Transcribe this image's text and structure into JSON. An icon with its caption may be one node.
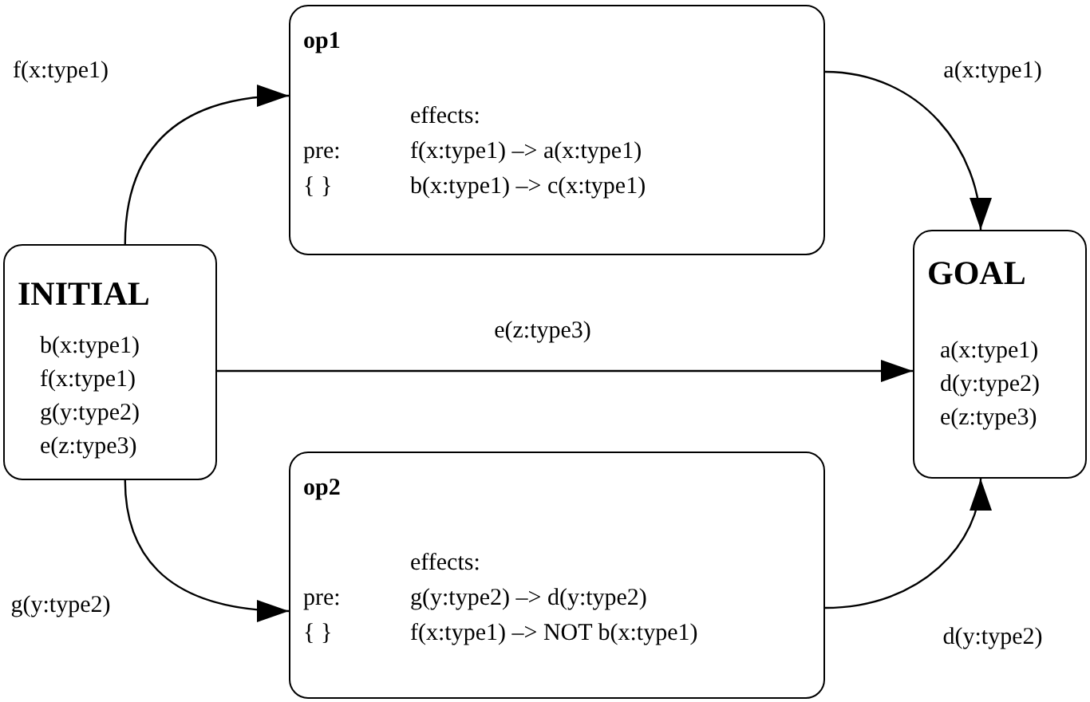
{
  "diagram": {
    "nodes": [
      {
        "text": [
          "INITIAL",
          "b(x:type1)",
          "f(x:type1)",
          "g(y:type2)",
          "e(z:type3)"
        ]
      },
      {
        "text": [
          "op1",
          "pre:",
          "{ }",
          "effects:",
          "f(x:type1) –> a(x:type1)",
          "b(x:type1) –> c(x:type1)"
        ]
      },
      {
        "text": [
          "op2",
          "pre:",
          "{ }",
          "effects:",
          "g(y:type2) –> d(y:type2)",
          "f(x:type1) –> NOT b(x:type1)"
        ]
      },
      {
        "text": [
          "GOAL",
          "a(x:type1)",
          "d(y:type2)",
          "e(z:type3)"
        ]
      }
    ],
    "edges": [
      {
        "from": 0,
        "to": 1,
        "arrow": "to",
        "label": "f(x:type1)"
      },
      {
        "from": 0,
        "to": 2,
        "arrow": "to",
        "label": "g(y:type2)"
      },
      {
        "from": 0,
        "to": 3,
        "arrow": "to",
        "label": "e(z:type3)"
      },
      {
        "from": 1,
        "to": 3,
        "arrow": "to",
        "label": "a(x:type1)"
      },
      {
        "from": 2,
        "to": 3,
        "arrow": "to",
        "label": "d(y:type2)"
      }
    ]
  }
}
